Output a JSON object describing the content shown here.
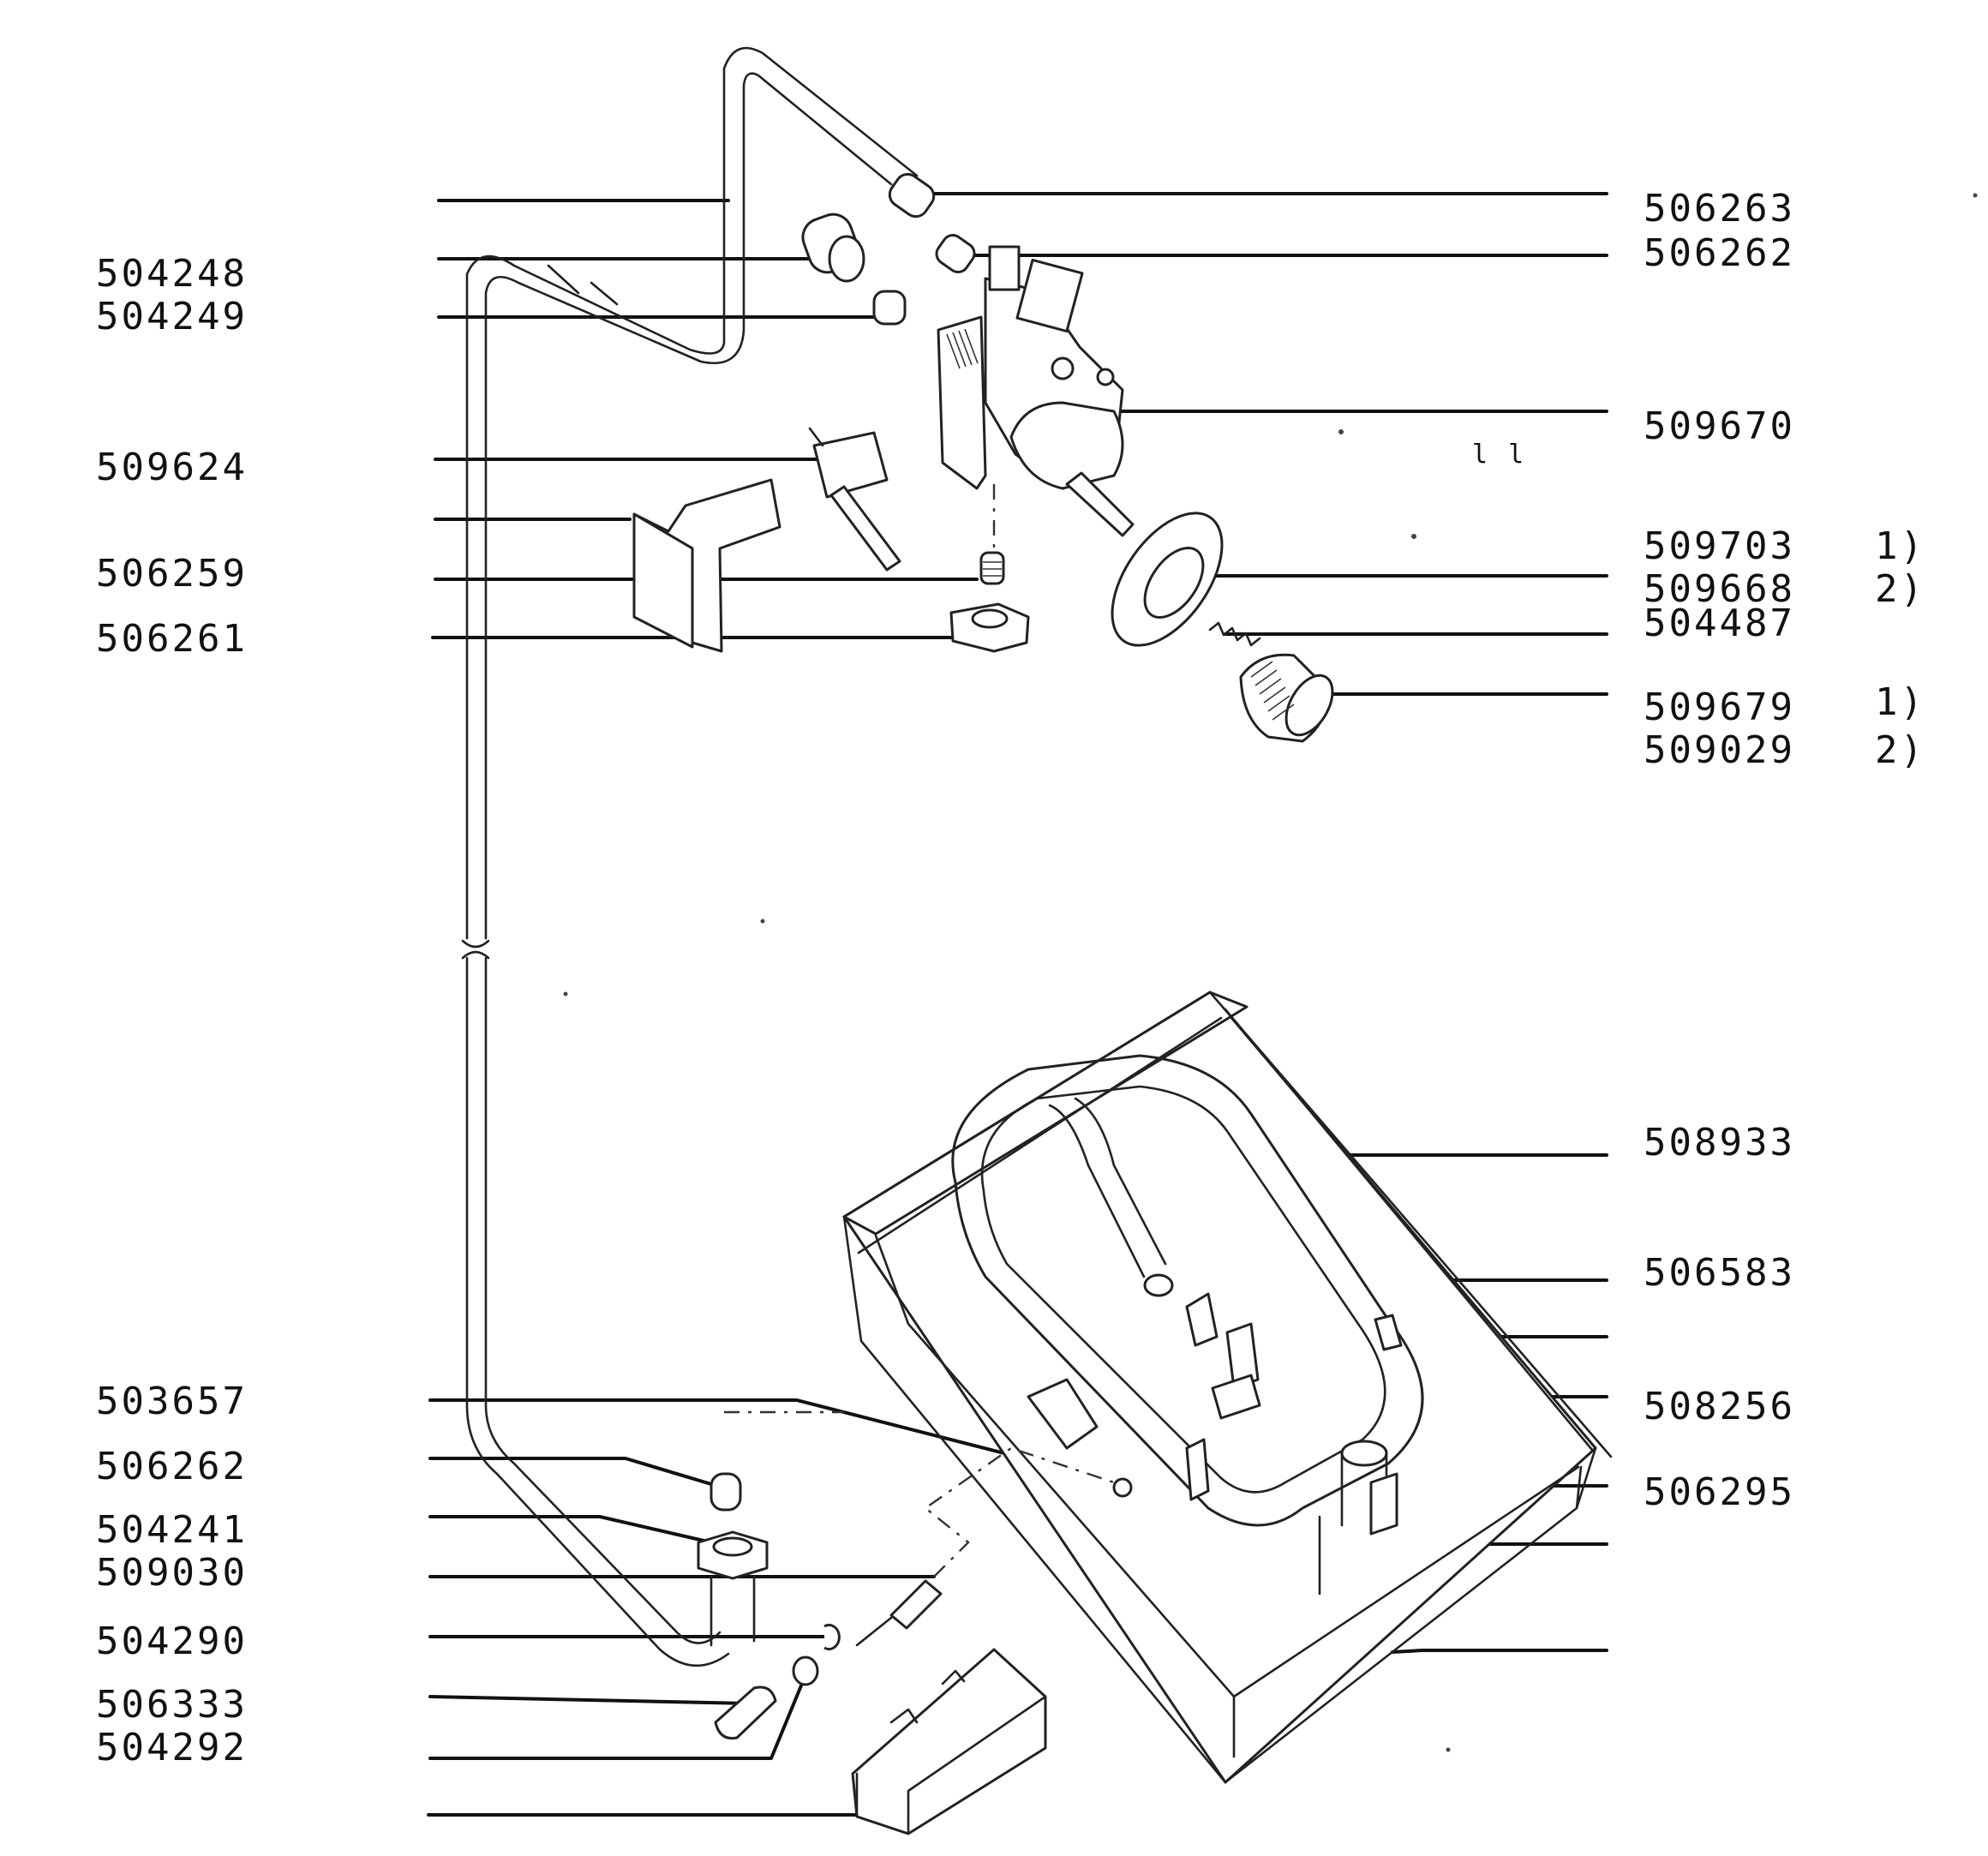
{
  "labels_left": [
    {
      "id": "504248",
      "text": "504248"
    },
    {
      "id": "504249",
      "text": "504249"
    },
    {
      "id": "509624",
      "text": "509624"
    },
    {
      "id": "506259",
      "text": "506259"
    },
    {
      "id": "506261",
      "text": "506261"
    },
    {
      "id": "503657",
      "text": "503657"
    },
    {
      "id": "506262b",
      "text": "506262"
    },
    {
      "id": "504241",
      "text": "504241"
    },
    {
      "id": "509030",
      "text": "509030"
    },
    {
      "id": "504290",
      "text": "504290"
    },
    {
      "id": "506333",
      "text": "506333"
    },
    {
      "id": "504292",
      "text": "504292"
    }
  ],
  "labels_right": [
    {
      "id": "506263",
      "text": "506263"
    },
    {
      "id": "506262",
      "text": "506262"
    },
    {
      "id": "509670",
      "text": "509670"
    },
    {
      "id": "509703",
      "text": "509703",
      "note": "1)"
    },
    {
      "id": "509668",
      "text": "509668",
      "note": "2)"
    },
    {
      "id": "504487",
      "text": "504487"
    },
    {
      "id": "509679",
      "text": "509679",
      "note": "1)"
    },
    {
      "id": "509029",
      "text": "509029",
      "note": "2)"
    },
    {
      "id": "508933",
      "text": "508933"
    },
    {
      "id": "506583",
      "text": "506583"
    },
    {
      "id": "508256",
      "text": "508256"
    },
    {
      "id": "506295",
      "text": "506295"
    }
  ],
  "stray_mark": "l l"
}
